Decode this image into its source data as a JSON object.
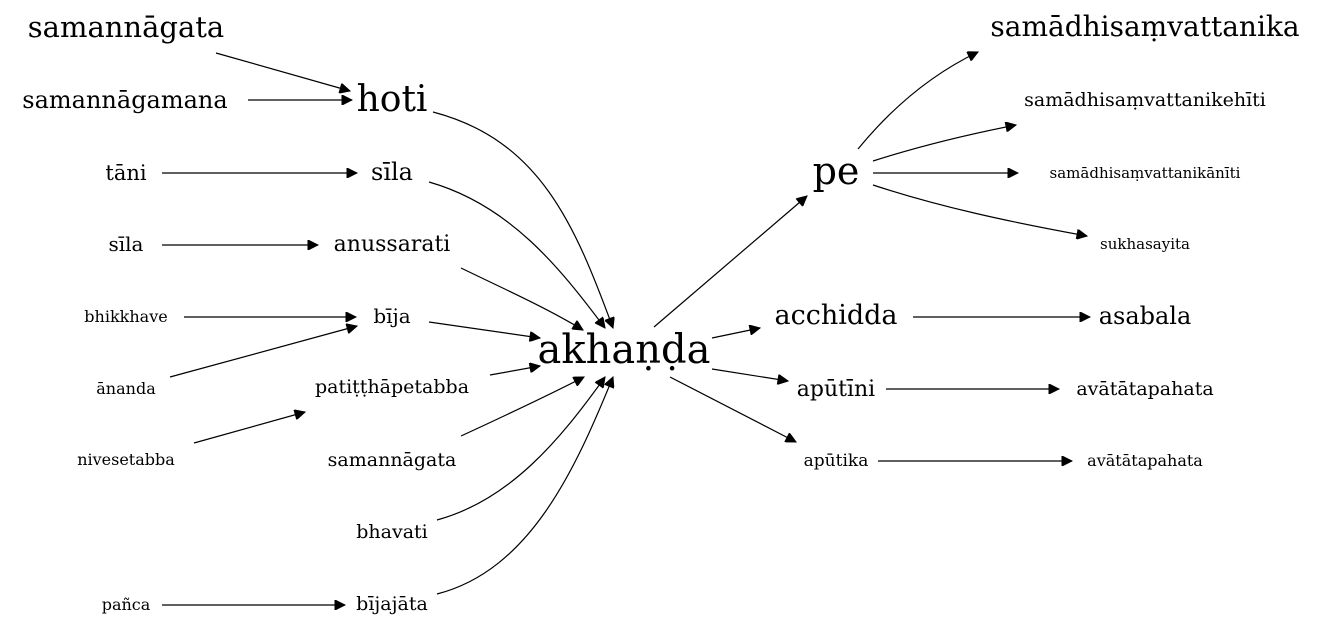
{
  "graph": {
    "nodes": {
      "akhanda": "akhaṇḍa",
      "hoti": "hoti",
      "samannagata_top": "samannāgata",
      "samannagamana": "samannāgamana",
      "tani": "tāni",
      "sila_mid": "sīla",
      "sila_left": "sīla",
      "anussarati": "anussarati",
      "bhikkhave": "bhikkhave",
      "bija": "bīja",
      "ananda": "ānanda",
      "patitthapetabba": "patiṭṭhāpetabba",
      "nivesetabba": "nivesetabba",
      "samannagata_low": "samannāgata",
      "bhavati": "bhavati",
      "panca": "pañca",
      "bijajata": "bījajāta",
      "pe": "pe",
      "samadhi": "samādhisaṃvattanika",
      "samadhi_kehiti": "samādhisaṃvattanikehīti",
      "samadhi_kaniti": "samādhisaṃvattanikānīti",
      "sukhasayita": "sukhasayita",
      "acchidda": "acchidda",
      "asabala": "asabala",
      "aputini": "apūtīni",
      "avatatapahata_1": "avātātapahata",
      "aputika": "apūtika",
      "avatatapahata_2": "avātātapahata"
    },
    "edges": [
      [
        "samannagata_top",
        "hoti"
      ],
      [
        "samannagamana",
        "hoti"
      ],
      [
        "tani",
        "sila_mid"
      ],
      [
        "sila_left",
        "anussarati"
      ],
      [
        "bhikkhave",
        "bija"
      ],
      [
        "ananda",
        "bija"
      ],
      [
        "nivesetabba",
        "patitthapetabba"
      ],
      [
        "panca",
        "bijajata"
      ],
      [
        "hoti",
        "akhanda"
      ],
      [
        "sila_mid",
        "akhanda"
      ],
      [
        "anussarati",
        "akhanda"
      ],
      [
        "bija",
        "akhanda"
      ],
      [
        "patitthapetabba",
        "akhanda"
      ],
      [
        "samannagata_low",
        "akhanda"
      ],
      [
        "bhavati",
        "akhanda"
      ],
      [
        "bijajata",
        "akhanda"
      ],
      [
        "akhanda",
        "pe"
      ],
      [
        "akhanda",
        "acchidda"
      ],
      [
        "akhanda",
        "aputini"
      ],
      [
        "akhanda",
        "aputika"
      ],
      [
        "pe",
        "samadhi"
      ],
      [
        "pe",
        "samadhi_kehiti"
      ],
      [
        "pe",
        "samadhi_kaniti"
      ],
      [
        "pe",
        "sukhasayita"
      ],
      [
        "acchidda",
        "asabala"
      ],
      [
        "aputini",
        "avatatapahata_1"
      ],
      [
        "aputika",
        "avatatapahata_2"
      ]
    ]
  }
}
